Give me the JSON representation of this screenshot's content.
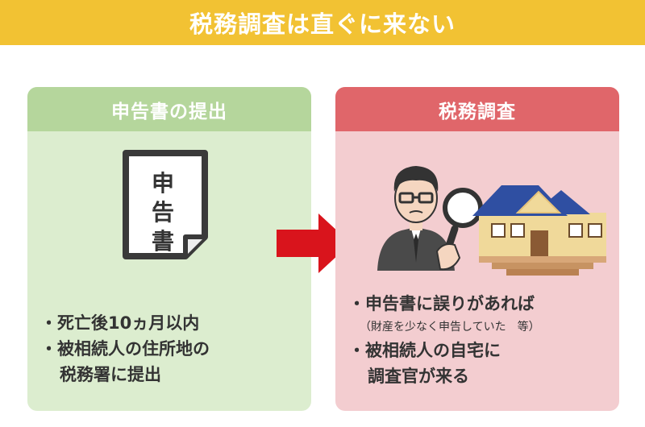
{
  "banner": {
    "title": "税務調査は直ぐに来ない"
  },
  "left": {
    "heading": "申告書の提出",
    "document_chars": [
      "申",
      "告",
      "書"
    ],
    "bullets": [
      "・死亡後10ヵ月以内",
      "・被相続人の住所地の",
      "税務署に提出"
    ]
  },
  "right": {
    "heading": "税務調査",
    "bullets": [
      "・申告書に誤りがあれば",
      "（財産を少なく申告していた　等）",
      "・被相続人の自宅に",
      "調査官が来る"
    ]
  },
  "colors": {
    "banner": "#f2c233",
    "left_panel": "#dcedcf",
    "left_header": "#b5d69c",
    "right_panel": "#f3cdd0",
    "right_header": "#e0666a",
    "arrow": "#d9141c"
  },
  "icons": [
    "document-icon",
    "arrow-right-icon",
    "inspector-icon",
    "magnifier-icon",
    "house-icon"
  ]
}
